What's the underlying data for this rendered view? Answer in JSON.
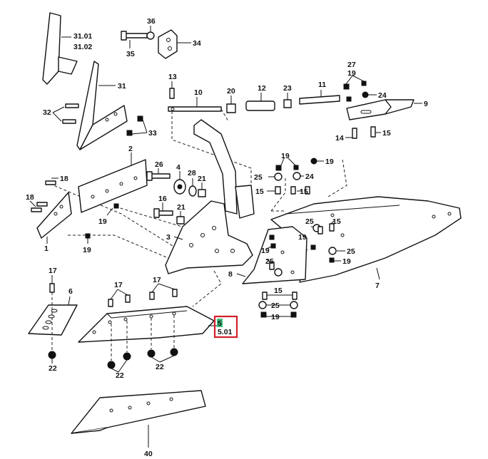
{
  "labels": {
    "l31_01": "31.01",
    "l31_02": "31.02",
    "l36": "36",
    "l35": "35",
    "l34": "34",
    "l31": "31",
    "l32": "32",
    "l33": "33",
    "l13": "13",
    "l10": "10",
    "l20": "20",
    "l12": "12",
    "l23": "23",
    "l11": "11",
    "l27": "27",
    "l19a": "19",
    "l24a": "24",
    "l9": "9",
    "l14": "14",
    "l15a": "15",
    "l2": "2",
    "l18a": "18",
    "l26": "26",
    "l4": "4",
    "l28": "28",
    "l21a": "21",
    "l18b": "18",
    "l16": "16",
    "l21b": "21",
    "l19b": "19",
    "l1": "1",
    "l19c": "19",
    "l3": "3",
    "l19d": "19",
    "l19e": "19",
    "l25a": "25",
    "l24b": "24",
    "l15b": "15",
    "l15c": "15",
    "l25b": "25",
    "l15d": "15",
    "l19f": "19",
    "l25c": "25",
    "l19g": "19",
    "l19h": "19",
    "l25d": "25",
    "l8": "8",
    "l7": "7",
    "l15e": "15",
    "l25e": "25",
    "l19i": "19",
    "l17a": "17",
    "l6": "6",
    "l17b": "17",
    "l17c": "17",
    "l5": "5",
    "l5_01": "5.01",
    "l22a": "22",
    "l22b": "22",
    "l22c": "22",
    "l40": "40"
  },
  "highlight": {
    "color": "#d31f2a",
    "part": "5",
    "marker_color": "#3fbf7a"
  }
}
